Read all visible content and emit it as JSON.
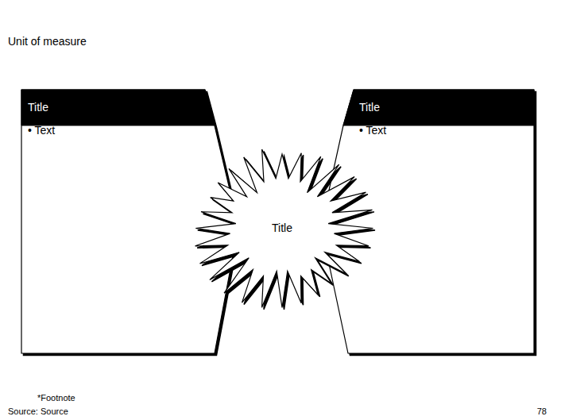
{
  "diagram": {
    "nodes": [
      {
        "text": [
          "Title",
          "• Text"
        ]
      },
      {
        "text": [
          "Title",
          "• Text"
        ]
      },
      {
        "text": [
          "Title"
        ]
      }
    ],
    "labels": [
      "Unit of measure",
      "*Footnote",
      "Source: Source",
      "78"
    ]
  }
}
